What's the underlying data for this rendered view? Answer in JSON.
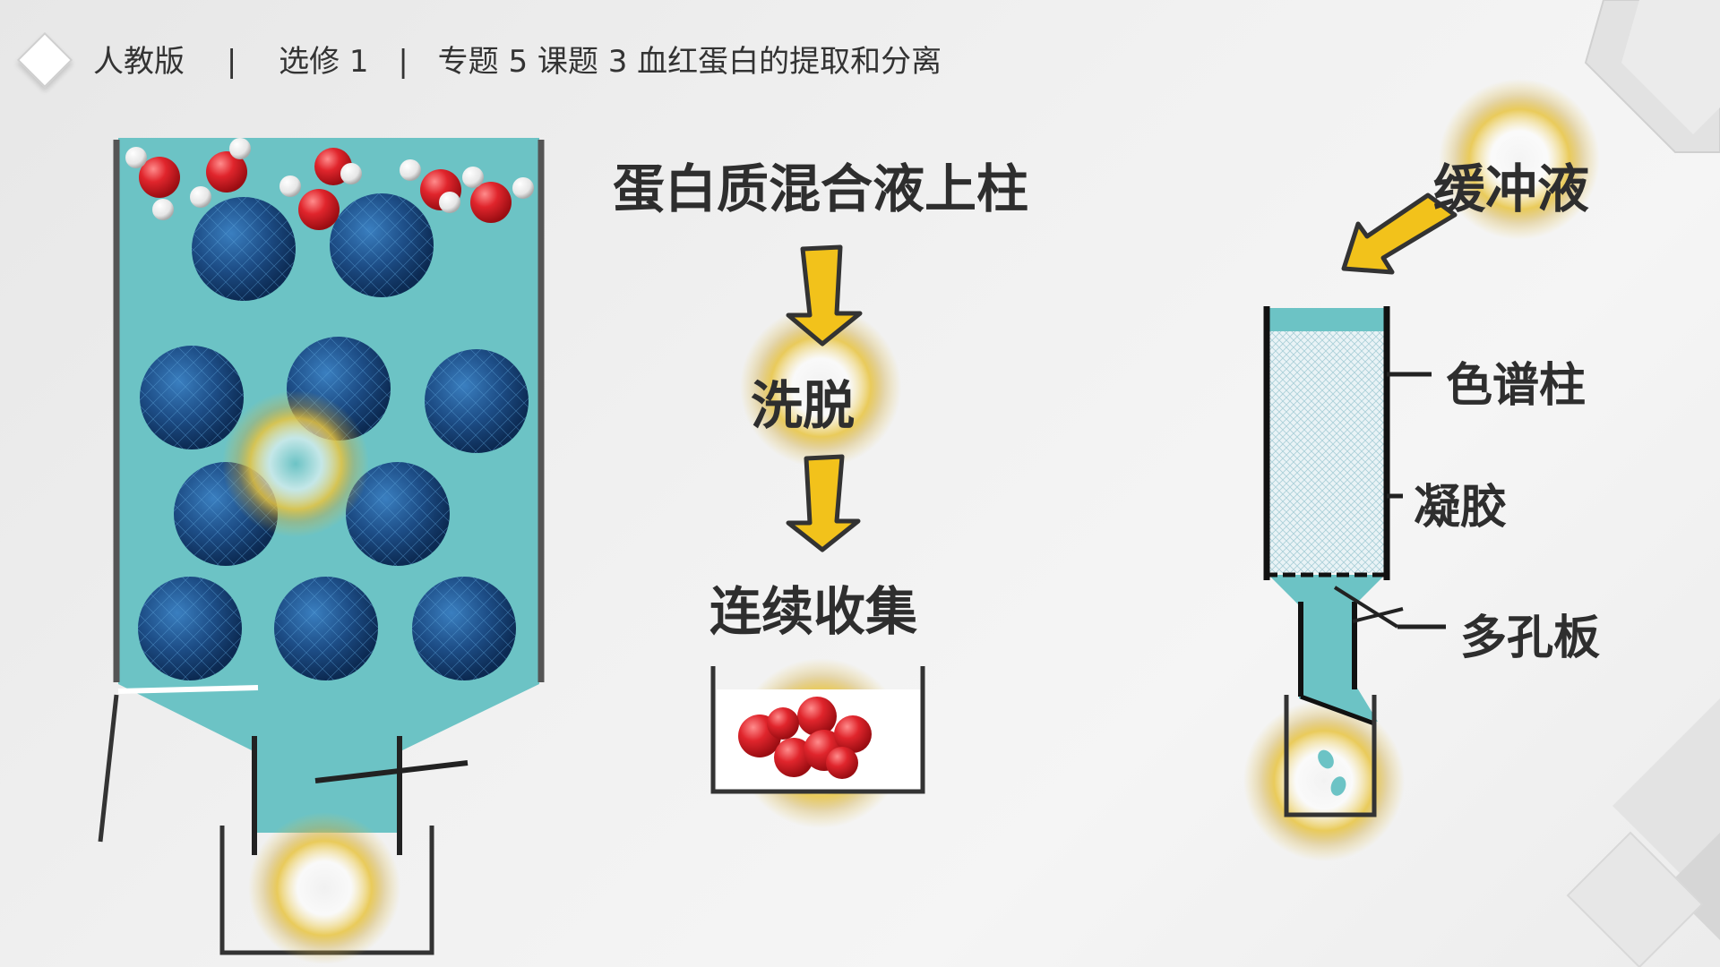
{
  "header": {
    "publisher": "人教版",
    "course": "选修 1",
    "topic": "专题 5  课题 3  血红蛋白的提取和分离",
    "separator": "|"
  },
  "steps": {
    "load": "蛋白质混合液上柱",
    "elute": "洗脱",
    "collect": "连续收集"
  },
  "apparatus": {
    "buffer": "缓冲液",
    "column": "色谱柱",
    "gel": "凝胶",
    "plate": "多孔板"
  },
  "colors": {
    "liquid": "#6cc3c5",
    "bead": "#1d4d86",
    "hemoglobin": "#d8242b",
    "arrow": "#f2c21b",
    "glow": "#e8c440"
  }
}
